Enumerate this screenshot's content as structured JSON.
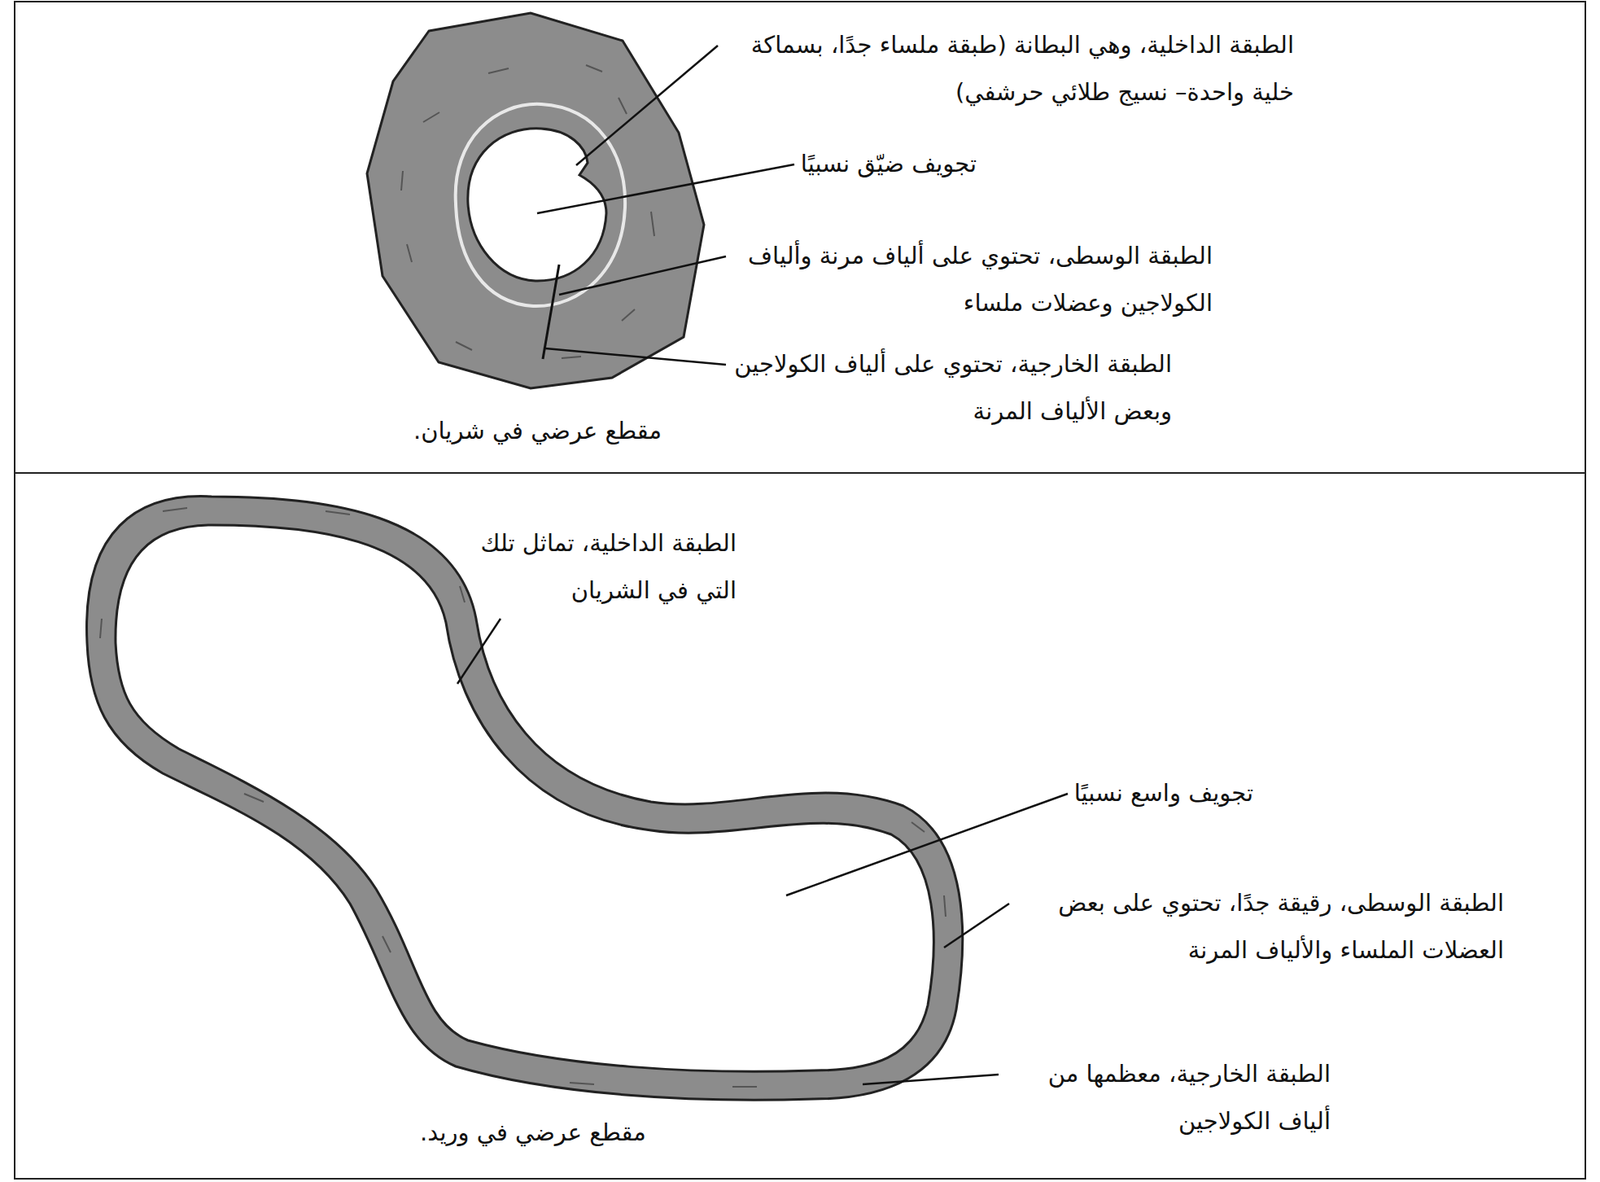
{
  "diagram": {
    "labels": [
      "الطبقة الداخلية، وهي البطانة (طبقة ملساء جدًا، بسماكة خلية واحدة– نسيج طلائي حرشفي)",
      "تجويف ضيّق نسبيًا",
      "الطبقة الوسطى، تحتوي على ألياف مرنة وألياف الكولاجين وعضلات ملساء",
      "الطبقة الخارجية، تحتوي على ألياف الكولاجين وبعض الألياف المرنة",
      "مقطع عرضي في شريان.",
      "الطبقة الداخلية، تماثل تلك التي في الشريان",
      "تجويف واسع نسبيًا",
      "الطبقة الوسطى، رقيقة جدًا، تحتوي على بعض العضلات الملساء والألياف المرنة",
      "الطبقة الخارجية، معظمها من ألياف الكولاجين",
      "مقطع عرضي في وريد."
    ]
  }
}
